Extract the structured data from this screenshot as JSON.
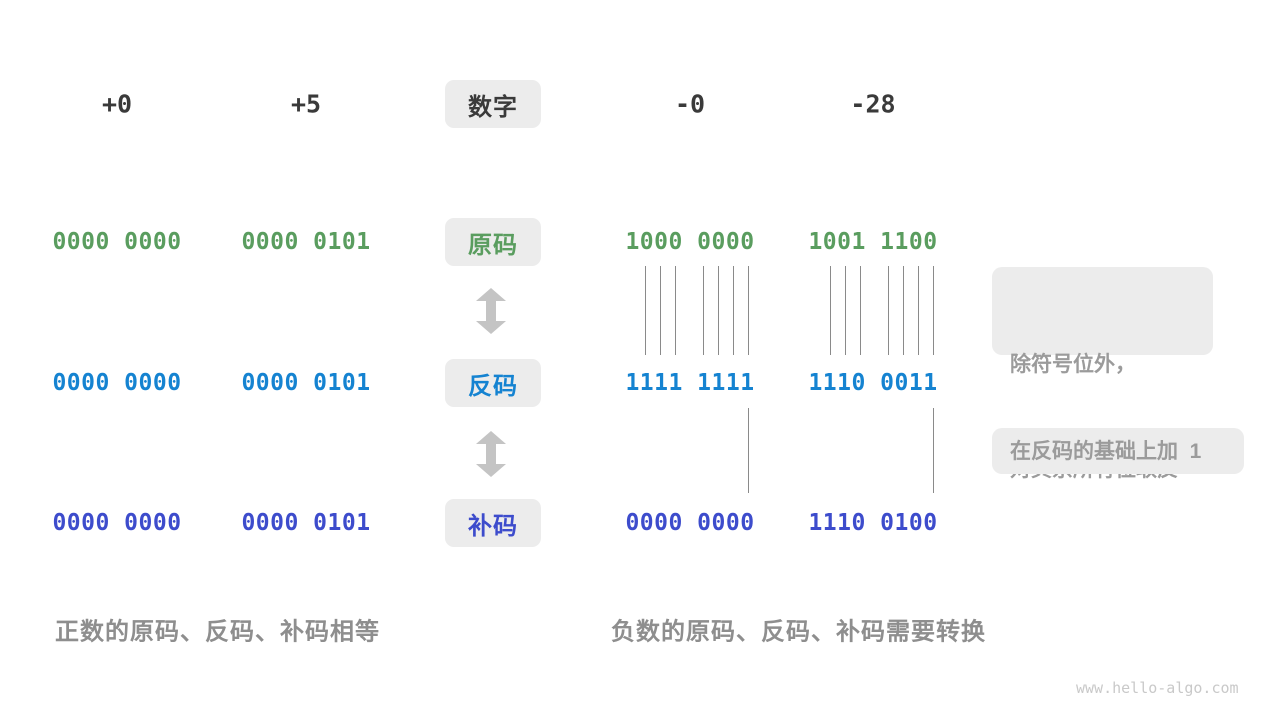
{
  "colors": {
    "dark": "#3A3A3A",
    "green": "#5A9D5F",
    "blue": "#1583D1",
    "indigo": "#3D4CCC",
    "boxbg": "#ECECEC",
    "notetext": "#9B9B9B",
    "caption": "#8E8E8E",
    "line": "#8A8A8A",
    "arrow": "#C4C4C4",
    "watermark": "#C9C9C9"
  },
  "header": {
    "label": "数字",
    "values": [
      "+0",
      "+5",
      "-0",
      "-28"
    ]
  },
  "rows": [
    {
      "label": "原码",
      "values": [
        "0000 0000",
        "0000 0101",
        "1000 0000",
        "1001 1100"
      ]
    },
    {
      "label": "反码",
      "values": [
        "0000 0000",
        "0000 0101",
        "1111 1111",
        "1110 0011"
      ]
    },
    {
      "label": "补码",
      "values": [
        "0000 0000",
        "0000 0101",
        "0000 0000",
        "1110 0100"
      ]
    }
  ],
  "notes": {
    "invert_line1": "除符号位外，",
    "invert_line2": "对其余所有位取反",
    "add_one": "在反码的基础上加  1"
  },
  "captions": {
    "positive": "正数的原码、反码、补码相等",
    "negative": "负数的原码、反码、补码需要转换"
  },
  "watermark": "www.hello-algo.com"
}
